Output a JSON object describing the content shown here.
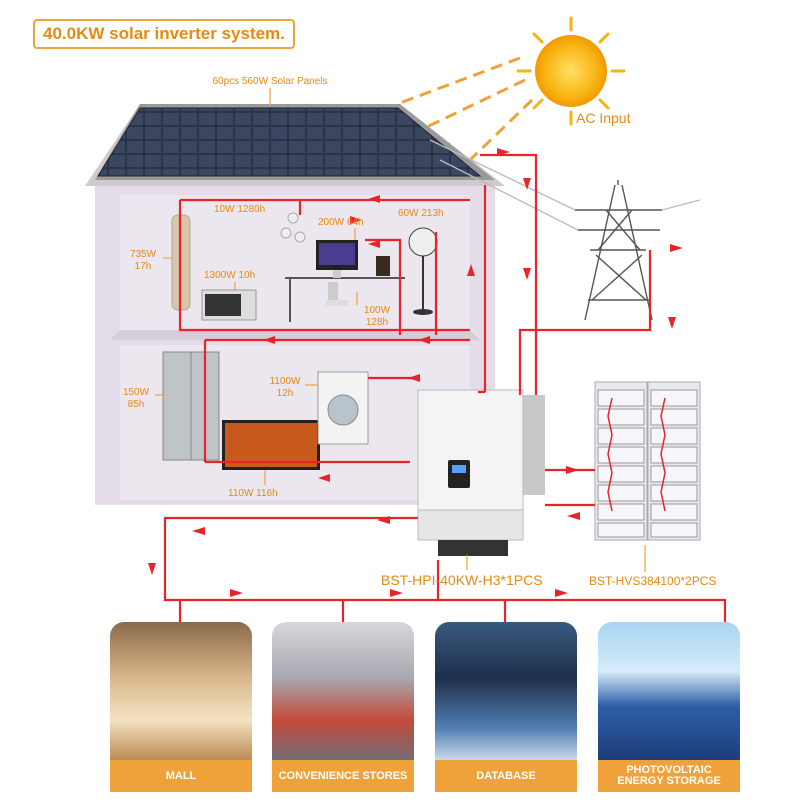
{
  "title": "40.0KW solar inverter system.",
  "panels_label": "60pcs 560W Solar Panels",
  "ac_input": "AC Input",
  "inverter_label": "BST-HPI-40KW-H3*1PCS",
  "battery_label": "BST-HVS384100*2PCS",
  "loads": {
    "lamp": "10W 1280h",
    "computer": "200W 64h",
    "fan": "60W 213h",
    "heater_w": "735W",
    "heater_h": "17h",
    "microwave": "1300W 10h",
    "speaker_w": "100W",
    "speaker_h": "128h",
    "fridge_w": "150W",
    "fridge_h": "85h",
    "washer_w": "1100W",
    "washer_h": "12h",
    "tv": "110W 116h"
  },
  "destinations": [
    {
      "label": "MALL"
    },
    {
      "label": "CONVENIENCE STORES"
    },
    {
      "label": "DATABASE"
    },
    {
      "label_line1": "PHOTOVOLTAIC",
      "label_line2": "ENERGY STORAGE"
    }
  ],
  "colors": {
    "accent": "#f0a23a",
    "accent_text": "#e58a12",
    "wire": "#e8232a",
    "sun": "#f7b313"
  }
}
